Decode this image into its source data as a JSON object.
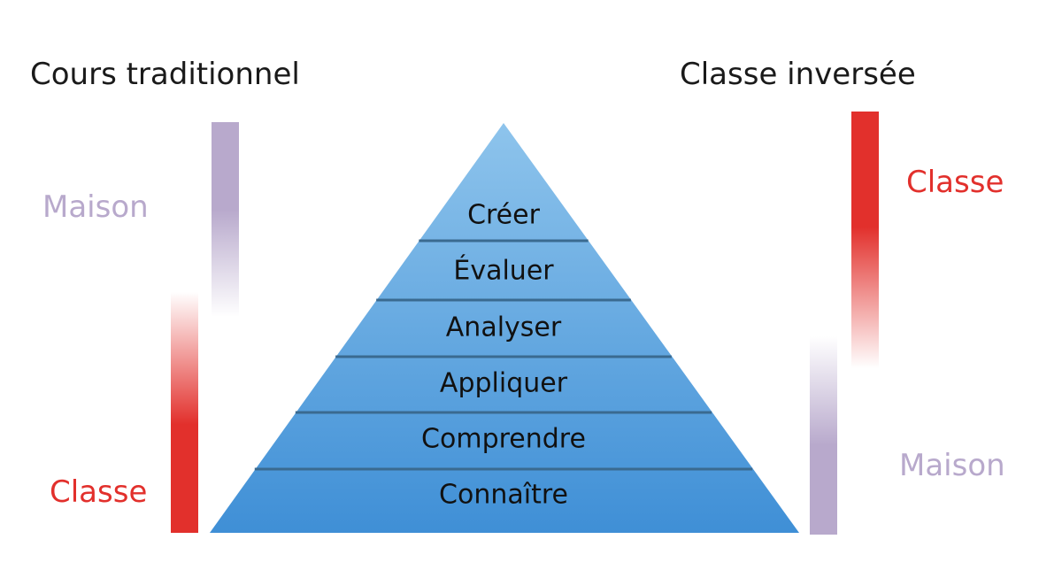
{
  "diagram": {
    "left_heading": "Cours traditionnel",
    "right_heading": "Classe inversée",
    "left": {
      "top_label": "Maison",
      "bottom_label": "Classe"
    },
    "right": {
      "top_label": "Classe",
      "bottom_label": "Maison"
    },
    "pyramid_levels": [
      "Créer",
      "Évaluer",
      "Analyser",
      "Appliquer",
      "Comprendre",
      "Connaître"
    ]
  },
  "colors": {
    "maison": "#b8a9cc",
    "classe": "#e2302c",
    "heading": "#1a1a1a",
    "pyramid_light": "#8ec4ec",
    "pyramid_dark": "#3f8fd6",
    "separator": "#3a6a90"
  }
}
